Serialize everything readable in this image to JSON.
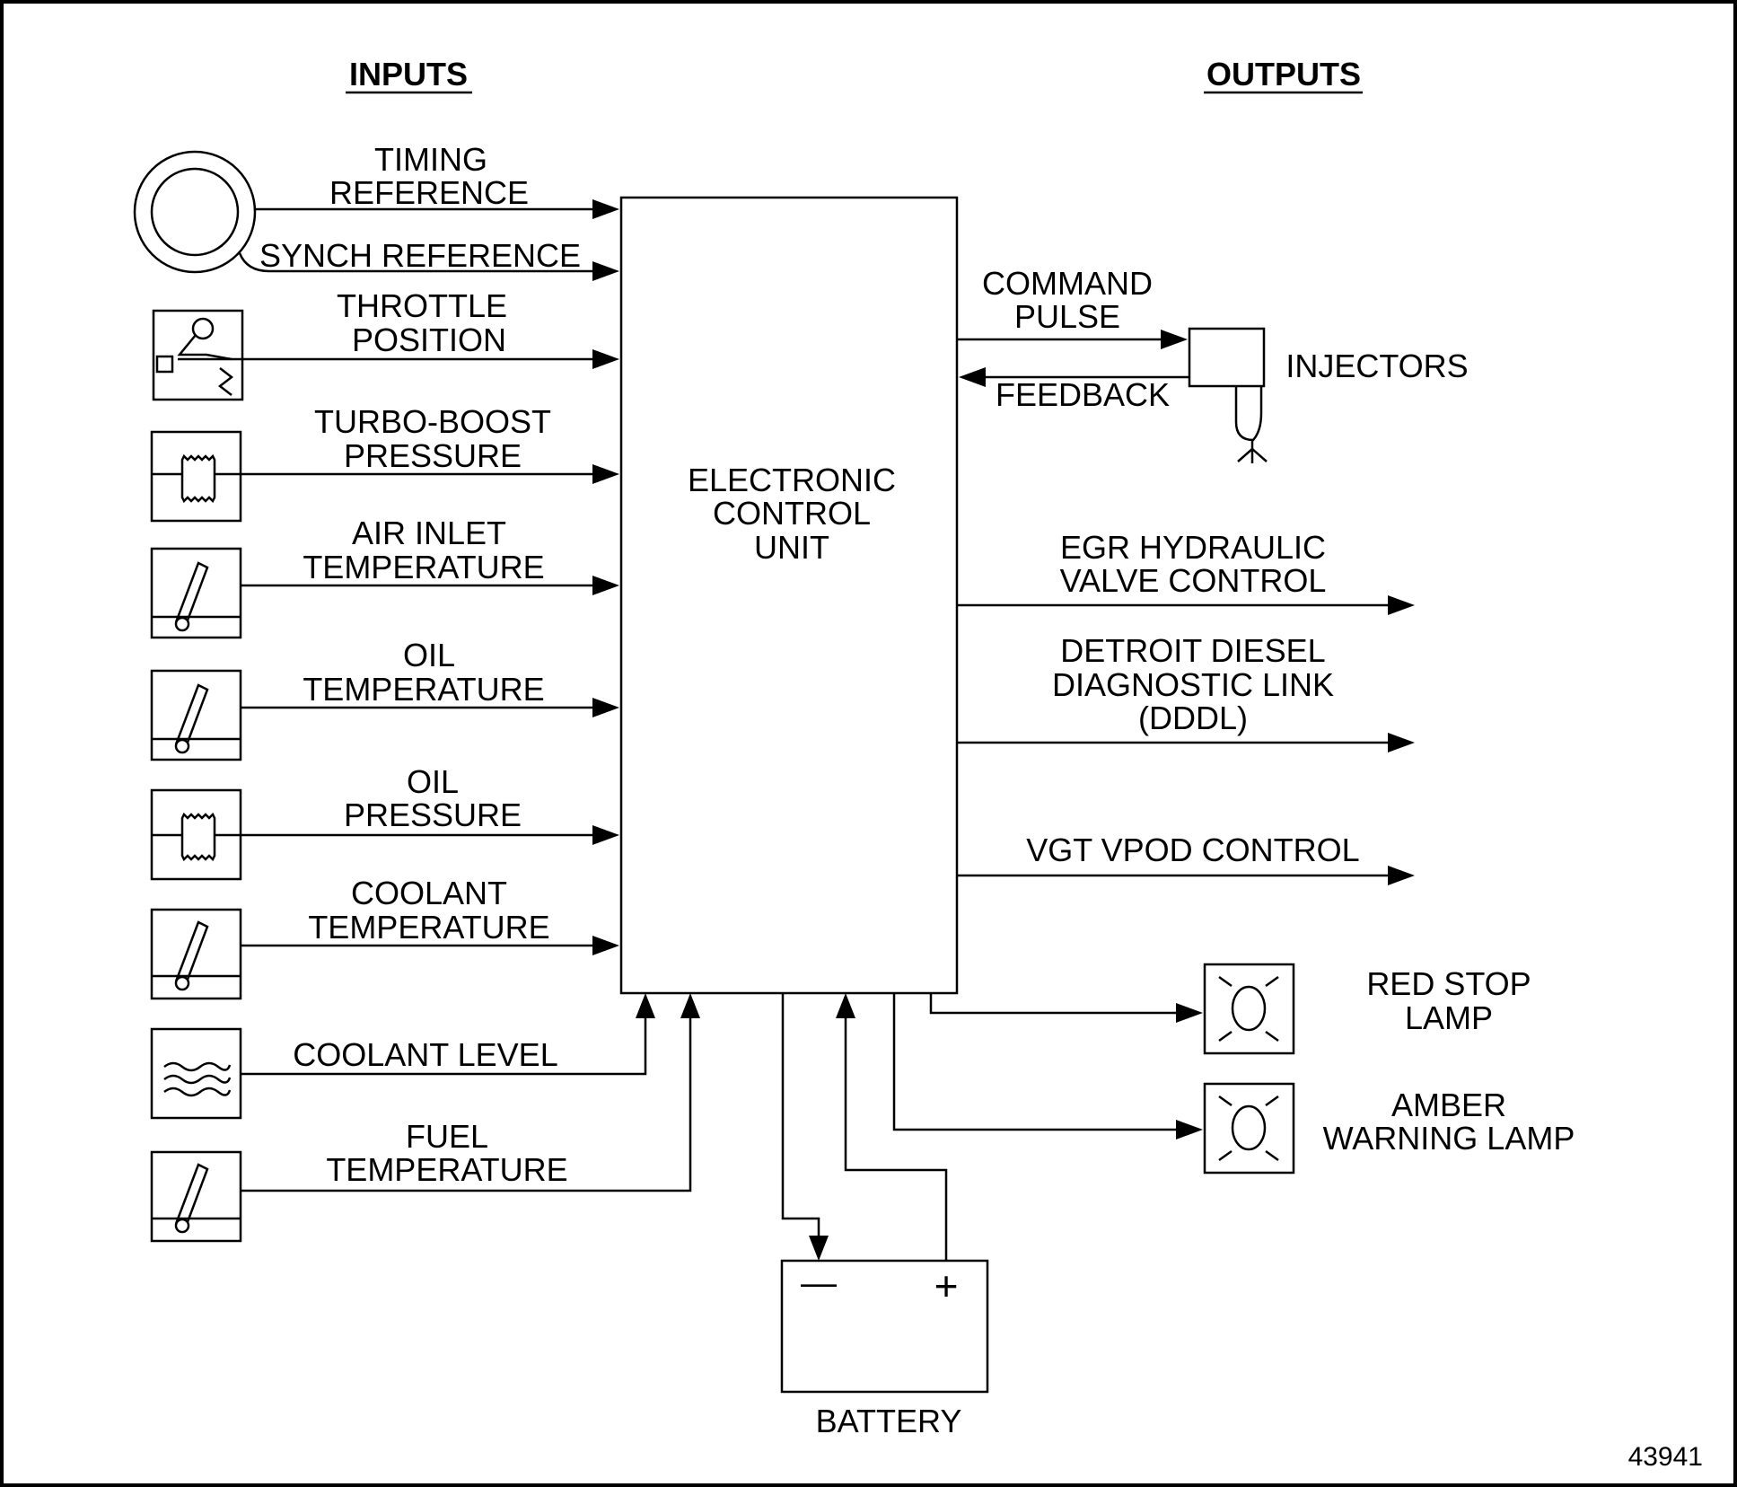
{
  "headers": {
    "inputs": "INPUTS",
    "outputs": "OUTPUTS"
  },
  "ecu": {
    "line1": "ELECTRONIC",
    "line2": "CONTROL",
    "line3": "UNIT"
  },
  "inputs": {
    "timing": [
      "TIMING",
      "REFERENCE"
    ],
    "synch": "SYNCH REFERENCE",
    "throttle": [
      "THROTTLE",
      "POSITION"
    ],
    "turbo": [
      "TURBO-BOOST",
      "PRESSURE"
    ],
    "air_inlet": [
      "AIR INLET",
      "TEMPERATURE"
    ],
    "oil_temp": [
      "OIL",
      "TEMPERATURE"
    ],
    "oil_pressure": [
      "OIL",
      "PRESSURE"
    ],
    "coolant_temp": [
      "COOLANT",
      "TEMPERATURE"
    ],
    "coolant_level": "COOLANT LEVEL",
    "fuel_temp": [
      "FUEL",
      "TEMPERATURE"
    ]
  },
  "outputs": {
    "command_pulse": [
      "COMMAND",
      "PULSE"
    ],
    "feedback": "FEEDBACK",
    "injectors": "INJECTORS",
    "egr": [
      "EGR HYDRAULIC",
      "VALVE CONTROL"
    ],
    "dddl": [
      "DETROIT DIESEL",
      "DIAGNOSTIC LINK",
      "(DDDL)"
    ],
    "vgt": "VGT VPOD CONTROL",
    "red_stop": [
      "RED STOP",
      "LAMP"
    ],
    "amber": [
      "AMBER",
      "WARNING LAMP"
    ]
  },
  "battery": {
    "label": "BATTERY",
    "minus": "—",
    "plus": "+"
  },
  "figure_number": "43941"
}
